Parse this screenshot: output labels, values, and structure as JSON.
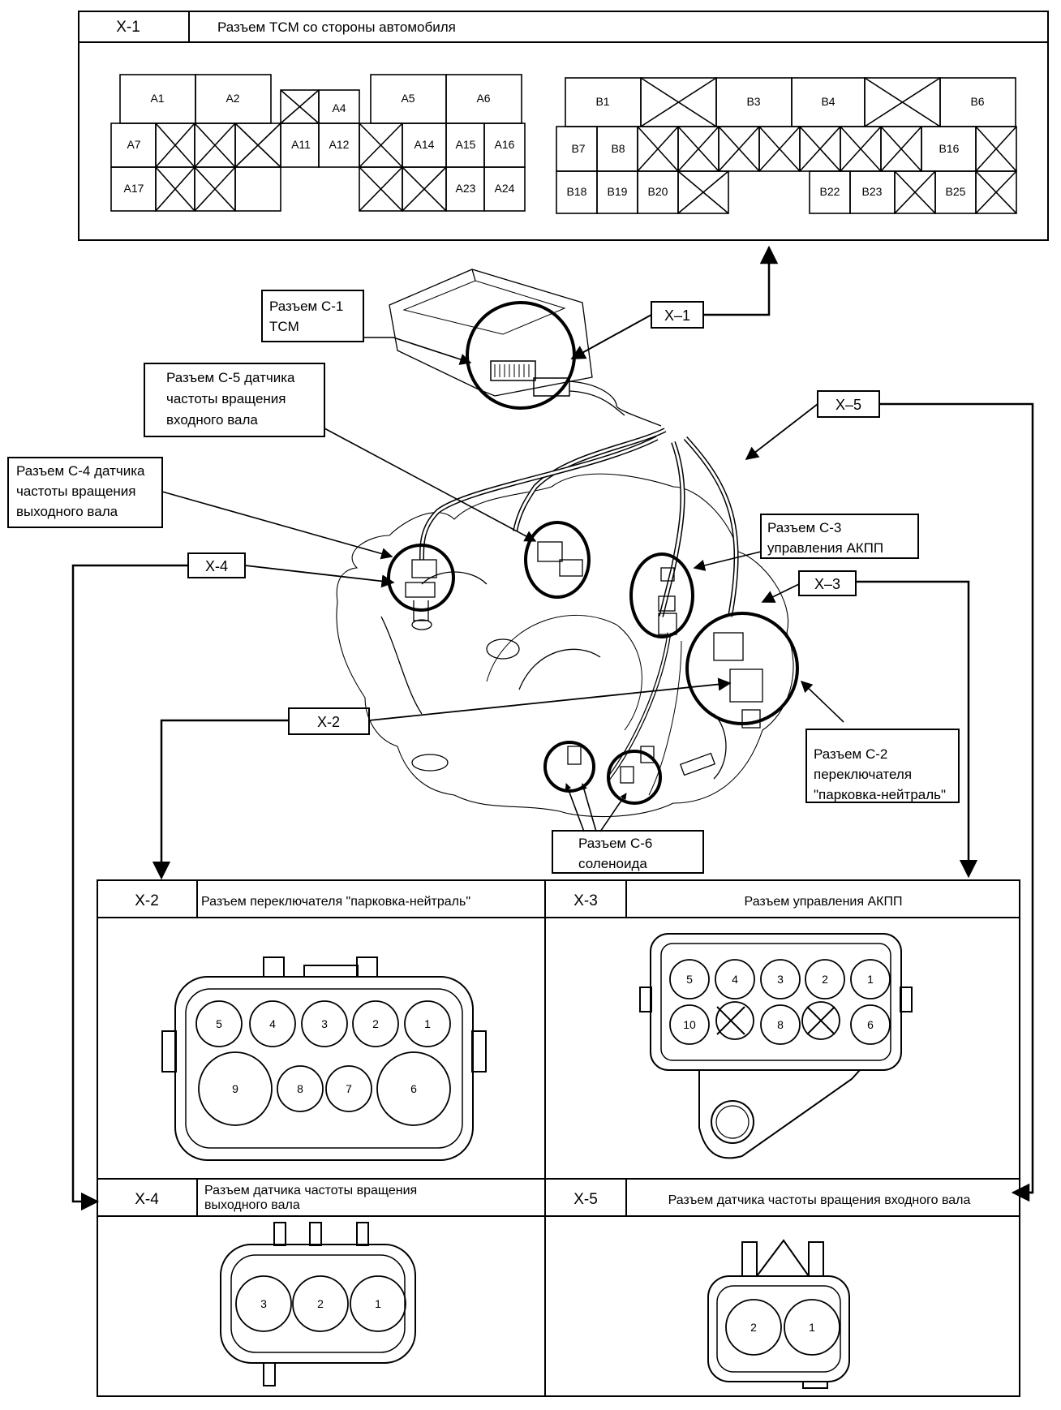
{
  "x1": {
    "id": "X-1",
    "title": "Разъем TCM со стороны автомобиля",
    "a_pins": [
      "A1",
      "A2",
      "A4",
      "A5",
      "A6",
      "A7",
      "A11",
      "A12",
      "A14",
      "A15",
      "A16",
      "A17",
      "A23",
      "A24"
    ],
    "b_pins": [
      "B1",
      "B3",
      "B4",
      "B6",
      "B7",
      "B8",
      "B16",
      "B18",
      "B19",
      "B20",
      "B22",
      "B23",
      "B25"
    ]
  },
  "callouts": {
    "c1": "Разъем С-1\nTCM",
    "c5": "Разъем  С-5 датчика\nчастоты вращения\nвходного вала",
    "c4": "Разъем  С-4 датчика\nчастоты вращения\nвыходного вала",
    "c3": "Разъем  С-3\nуправления АКПП",
    "c2": "Разъем  С-2\nпереключателя\n\"парковка-нейтраль\"",
    "c6": "Разъем  С-6\nсоленоида"
  },
  "tags": {
    "x1": "X–1",
    "x2": "X-2",
    "x3": "X–3",
    "x4": "X-4",
    "x5": "X–5"
  },
  "panels": {
    "x2": {
      "id": "X-2",
      "title": "Разъем  переключателя \"парковка-нейтраль\"",
      "pins": [
        "5",
        "4",
        "3",
        "2",
        "1",
        "9",
        "8",
        "7",
        "6"
      ]
    },
    "x3": {
      "id": "X-3",
      "title": "Разъем управления АКПП",
      "pins": [
        "5",
        "4",
        "3",
        "2",
        "1",
        "10",
        "8",
        "6"
      ]
    },
    "x4": {
      "id": "X-4",
      "title": "Разъем  датчика частоты вращения\nвыходного вала",
      "pins": [
        "3",
        "2",
        "1"
      ]
    },
    "x5": {
      "id": "X-5",
      "title": "Разъем  датчика частоты вращения  входного вала",
      "pins": [
        "2",
        "1"
      ]
    }
  }
}
